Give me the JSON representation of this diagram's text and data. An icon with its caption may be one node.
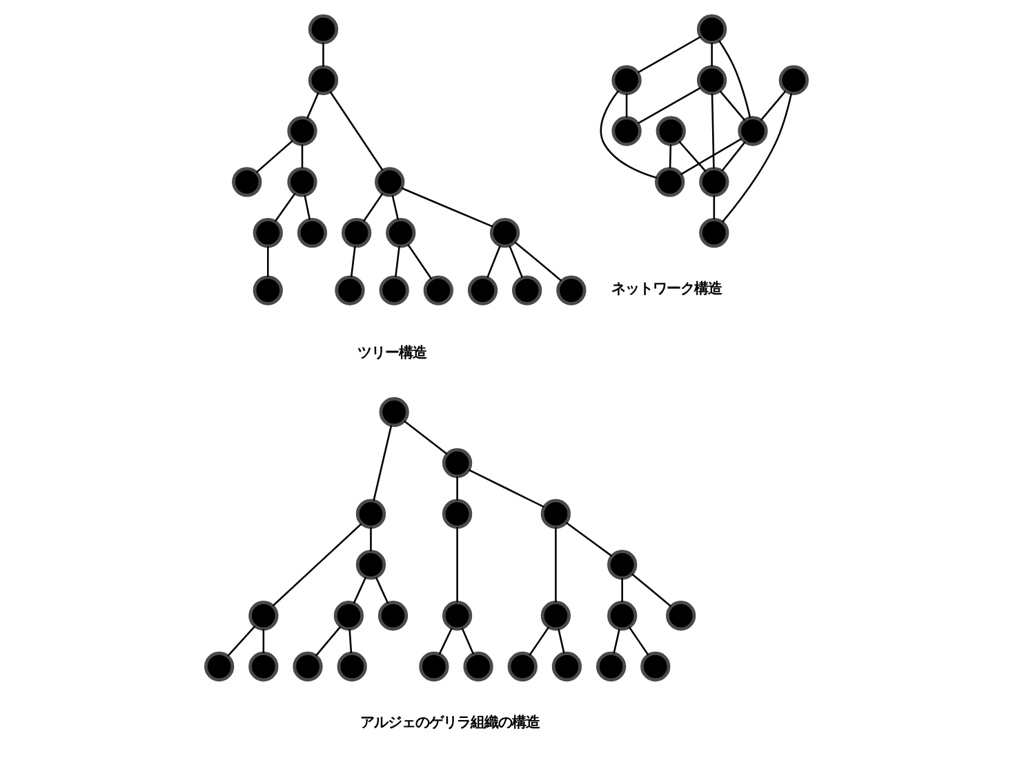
{
  "diagram": {
    "nodes": [
      {
        "text": [],
        "shape": "circle"
      },
      {
        "text": [],
        "shape": "circle"
      },
      {
        "text": [],
        "shape": "circle"
      },
      {
        "text": [],
        "shape": "circle"
      },
      {
        "text": [],
        "shape": "circle"
      },
      {
        "text": [],
        "shape": "circle"
      },
      {
        "text": [],
        "shape": "circle"
      },
      {
        "text": [],
        "shape": "circle"
      },
      {
        "text": [],
        "shape": "circle"
      },
      {
        "text": [],
        "shape": "circle"
      },
      {
        "text": [],
        "shape": "circle"
      },
      {
        "text": [],
        "shape": "circle"
      },
      {
        "text": [],
        "shape": "circle"
      },
      {
        "text": [],
        "shape": "circle"
      },
      {
        "text": [],
        "shape": "circle"
      },
      {
        "text": [],
        "shape": "circle"
      },
      {
        "text": [],
        "shape": "circle"
      },
      {
        "text": [],
        "shape": "circle"
      },
      {
        "text": [],
        "shape": "circle"
      },
      {
        "text": [],
        "shape": "circle"
      },
      {
        "text": [],
        "shape": "circle"
      },
      {
        "text": [],
        "shape": "circle"
      },
      {
        "text": [],
        "shape": "circle"
      },
      {
        "text": [],
        "shape": "circle"
      },
      {
        "text": [],
        "shape": "circle"
      },
      {
        "text": [],
        "shape": "circle"
      },
      {
        "text": [],
        "shape": "circle"
      },
      {
        "text": [],
        "shape": "circle"
      },
      {
        "text": [],
        "shape": "circle"
      },
      {
        "text": [],
        "shape": "circle"
      },
      {
        "text": [],
        "shape": "circle"
      },
      {
        "text": [],
        "shape": "circle"
      },
      {
        "text": [],
        "shape": "circle"
      },
      {
        "text": [],
        "shape": "circle"
      },
      {
        "text": [],
        "shape": "circle"
      },
      {
        "text": [],
        "shape": "circle"
      },
      {
        "text": [],
        "shape": "circle"
      },
      {
        "text": [],
        "shape": "circle"
      },
      {
        "text": [],
        "shape": "circle"
      },
      {
        "text": [],
        "shape": "circle"
      },
      {
        "text": [],
        "shape": "circle"
      },
      {
        "text": [],
        "shape": "circle"
      },
      {
        "text": [],
        "shape": "circle"
      },
      {
        "text": [],
        "shape": "circle"
      },
      {
        "text": [],
        "shape": "circle"
      },
      {
        "text": [],
        "shape": "circle"
      },
      {
        "text": [],
        "shape": "circle"
      },
      {
        "text": [],
        "shape": "circle"
      },
      {
        "text": [],
        "shape": "circle"
      },
      {
        "text": [],
        "shape": "circle"
      },
      {
        "text": [],
        "shape": "circle"
      },
      {
        "text": [],
        "shape": "circle"
      }
    ],
    "edges": [
      {
        "from": 0,
        "to": 1,
        "arrow": "none"
      },
      {
        "from": 1,
        "to": 2,
        "arrow": "none"
      },
      {
        "from": 1,
        "to": 3,
        "arrow": "none"
      },
      {
        "from": 2,
        "to": 4,
        "arrow": "none"
      },
      {
        "from": 2,
        "to": 5,
        "arrow": "none"
      },
      {
        "from": 5,
        "to": 8,
        "arrow": "none"
      },
      {
        "from": 5,
        "to": 9,
        "arrow": "none"
      },
      {
        "from": 8,
        "to": 14,
        "arrow": "none"
      },
      {
        "from": 3,
        "to": 6,
        "arrow": "none"
      },
      {
        "from": 6,
        "to": 7,
        "arrow": "none"
      },
      {
        "from": 3,
        "to": 10,
        "arrow": "none"
      },
      {
        "from": 3,
        "to": 11,
        "arrow": "none"
      },
      {
        "from": 10,
        "to": 13,
        "arrow": "none"
      },
      {
        "from": 10,
        "to": 17,
        "arrow": "none"
      },
      {
        "from": 11,
        "to": 12,
        "arrow": "none"
      },
      {
        "from": 11,
        "to": 15,
        "arrow": "none"
      },
      {
        "from": 11,
        "to": 16,
        "arrow": "none"
      },
      {
        "from": 19,
        "to": 20,
        "arrow": "none"
      },
      {
        "from": 20,
        "to": 21,
        "arrow": "none"
      },
      {
        "from": 20,
        "to": 24,
        "arrow": "none"
      },
      {
        "from": 20,
        "to": 27,
        "arrow": "none"
      },
      {
        "from": 19,
        "to": 21,
        "arrow": "none"
      },
      {
        "from": 19,
        "to": 23,
        "arrow": "none"
      },
      {
        "from": 18,
        "to": 21,
        "arrow": "none"
      },
      {
        "from": 21,
        "to": 24,
        "arrow": "none"
      },
      {
        "from": 21,
        "to": 25,
        "arrow": "none"
      },
      {
        "from": 18,
        "to": 26,
        "arrow": "none"
      },
      {
        "from": 22,
        "to": 24,
        "arrow": "none"
      },
      {
        "from": 22,
        "to": 25,
        "arrow": "none"
      },
      {
        "from": 23,
        "to": 25,
        "arrow": "none"
      },
      {
        "from": 24,
        "to": 26,
        "arrow": "none"
      },
      {
        "from": 23,
        "to": 27,
        "arrow": "none"
      },
      {
        "from": 28,
        "to": 29,
        "arrow": "none"
      },
      {
        "from": 28,
        "to": 30,
        "arrow": "none"
      },
      {
        "from": 29,
        "to": 32,
        "arrow": "none"
      },
      {
        "from": 32,
        "to": 31,
        "arrow": "none"
      },
      {
        "from": 32,
        "to": 39,
        "arrow": "none"
      },
      {
        "from": 29,
        "to": 33,
        "arrow": "none"
      },
      {
        "from": 33,
        "to": 40,
        "arrow": "none"
      },
      {
        "from": 33,
        "to": 41,
        "arrow": "none"
      },
      {
        "from": 40,
        "to": 45,
        "arrow": "none"
      },
      {
        "from": 40,
        "to": 46,
        "arrow": "none"
      },
      {
        "from": 30,
        "to": 34,
        "arrow": "none"
      },
      {
        "from": 34,
        "to": 47,
        "arrow": "none"
      },
      {
        "from": 47,
        "to": 50,
        "arrow": "none"
      },
      {
        "from": 47,
        "to": 51,
        "arrow": "none"
      },
      {
        "from": 30,
        "to": 35,
        "arrow": "none"
      },
      {
        "from": 35,
        "to": 37,
        "arrow": "none"
      },
      {
        "from": 37,
        "to": 36,
        "arrow": "none"
      },
      {
        "from": 37,
        "to": 38,
        "arrow": "none"
      },
      {
        "from": 35,
        "to": 42,
        "arrow": "none"
      },
      {
        "from": 42,
        "to": 48,
        "arrow": "none"
      },
      {
        "from": 42,
        "to": 43,
        "arrow": "none"
      },
      {
        "from": 43,
        "to": 44,
        "arrow": "none"
      },
      {
        "from": 43,
        "to": 49,
        "arrow": "none"
      }
    ],
    "labels": [
      "ツリー構造",
      "ネットワーク構造",
      "アルジェのゲリラ組織の構造"
    ]
  }
}
